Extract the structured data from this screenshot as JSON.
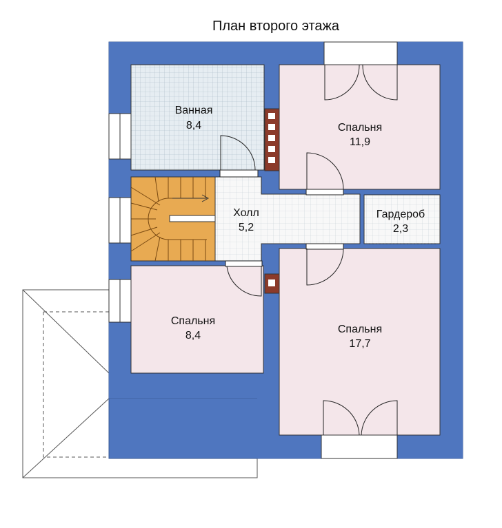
{
  "plan": {
    "title": "План второго этажа",
    "rooms": [
      {
        "name": "Ванная",
        "area": "8,4"
      },
      {
        "name": "Спальня",
        "area": "11,9"
      },
      {
        "name": "Холл",
        "area": "5,2"
      },
      {
        "name": "Гардероб",
        "area": "2,3"
      },
      {
        "name": "Спальня",
        "area": "8,4"
      },
      {
        "name": "Спальня",
        "area": "17,7"
      }
    ]
  },
  "colors": {
    "wall": "#4f76bf",
    "room": "#f4e6ea",
    "tile": "#e6edf2",
    "stairs": "#e8aa52"
  }
}
